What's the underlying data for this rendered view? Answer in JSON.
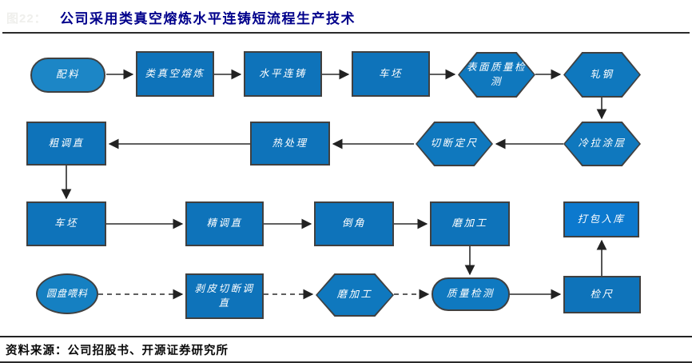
{
  "header": {
    "figure_label": "图22：",
    "title": "公司采用类真空熔炼水平连铸短流程生产技术"
  },
  "footer": {
    "source": "资料来源：公司招股书、开源证券研究所"
  },
  "colors": {
    "title_text": "#00008B",
    "node_fill": "#0E73BA",
    "hexagon_fill": "#0F78BE",
    "stadium_fill": "#1C86C6",
    "packing_fill": "#0C79CE",
    "node_border": "#404040",
    "connector": "#2b2b2b",
    "node_text": "#ffffff"
  },
  "flowchart": {
    "nodes": {
      "batching": {
        "label": "配料",
        "shape": "stadium"
      },
      "quasi_vacuum_melting": {
        "label": "类真空熔炼",
        "shape": "rect"
      },
      "horizontal_casting": {
        "label": "水平连铸",
        "shape": "rect"
      },
      "billet_turning_1": {
        "label": "车坯",
        "shape": "rect"
      },
      "surface_quality_inspection": {
        "label": "表面质量检\n测",
        "shape": "hexagon"
      },
      "steel_rolling": {
        "label": "轧钢",
        "shape": "hexagon"
      },
      "rough_straightening": {
        "label": "粗调直",
        "shape": "rect"
      },
      "heat_treatment": {
        "label": "热处理",
        "shape": "rect"
      },
      "cut_to_length": {
        "label": "切断定尺",
        "shape": "hexagon"
      },
      "cold_draw_coating": {
        "label": "冷拉涂层",
        "shape": "hexagon"
      },
      "billet_turning_2": {
        "label": "车坯",
        "shape": "rect"
      },
      "fine_straightening": {
        "label": "精调直",
        "shape": "rect"
      },
      "chamfering": {
        "label": "倒角",
        "shape": "rect"
      },
      "grinding_1": {
        "label": "磨加工",
        "shape": "rect"
      },
      "packing_warehousing": {
        "label": "打包入库",
        "shape": "rect"
      },
      "disc_feeding": {
        "label": "圆盘喂料",
        "shape": "ellipse"
      },
      "peeling_cutting_straightening": {
        "label": "剥皮切断调\n直",
        "shape": "rect"
      },
      "grinding_2": {
        "label": "磨加工",
        "shape": "hexagon"
      },
      "quality_inspection": {
        "label": "质量检测",
        "shape": "stadium"
      },
      "length_gauging": {
        "label": "检尺",
        "shape": "rect"
      }
    },
    "edges": [
      {
        "from": "batching",
        "to": "quasi_vacuum_melting",
        "style": "solid"
      },
      {
        "from": "quasi_vacuum_melting",
        "to": "horizontal_casting",
        "style": "solid"
      },
      {
        "from": "horizontal_casting",
        "to": "billet_turning_1",
        "style": "solid"
      },
      {
        "from": "billet_turning_1",
        "to": "surface_quality_inspection",
        "style": "solid"
      },
      {
        "from": "surface_quality_inspection",
        "to": "steel_rolling",
        "style": "solid"
      },
      {
        "from": "steel_rolling",
        "to": "cold_draw_coating",
        "style": "solid"
      },
      {
        "from": "cold_draw_coating",
        "to": "cut_to_length",
        "style": "solid"
      },
      {
        "from": "cut_to_length",
        "to": "heat_treatment",
        "style": "solid"
      },
      {
        "from": "heat_treatment",
        "to": "rough_straightening",
        "style": "solid"
      },
      {
        "from": "rough_straightening",
        "to": "billet_turning_2",
        "style": "solid"
      },
      {
        "from": "billet_turning_2",
        "to": "fine_straightening",
        "style": "solid"
      },
      {
        "from": "fine_straightening",
        "to": "chamfering",
        "style": "solid"
      },
      {
        "from": "chamfering",
        "to": "grinding_1",
        "style": "solid"
      },
      {
        "from": "grinding_1",
        "to": "quality_inspection",
        "style": "solid"
      },
      {
        "from": "disc_feeding",
        "to": "peeling_cutting_straightening",
        "style": "dashed"
      },
      {
        "from": "peeling_cutting_straightening",
        "to": "grinding_2",
        "style": "dashed"
      },
      {
        "from": "grinding_2",
        "to": "quality_inspection",
        "style": "dashed"
      },
      {
        "from": "quality_inspection",
        "to": "length_gauging",
        "style": "solid"
      },
      {
        "from": "length_gauging",
        "to": "packing_warehousing",
        "style": "solid"
      }
    ]
  }
}
